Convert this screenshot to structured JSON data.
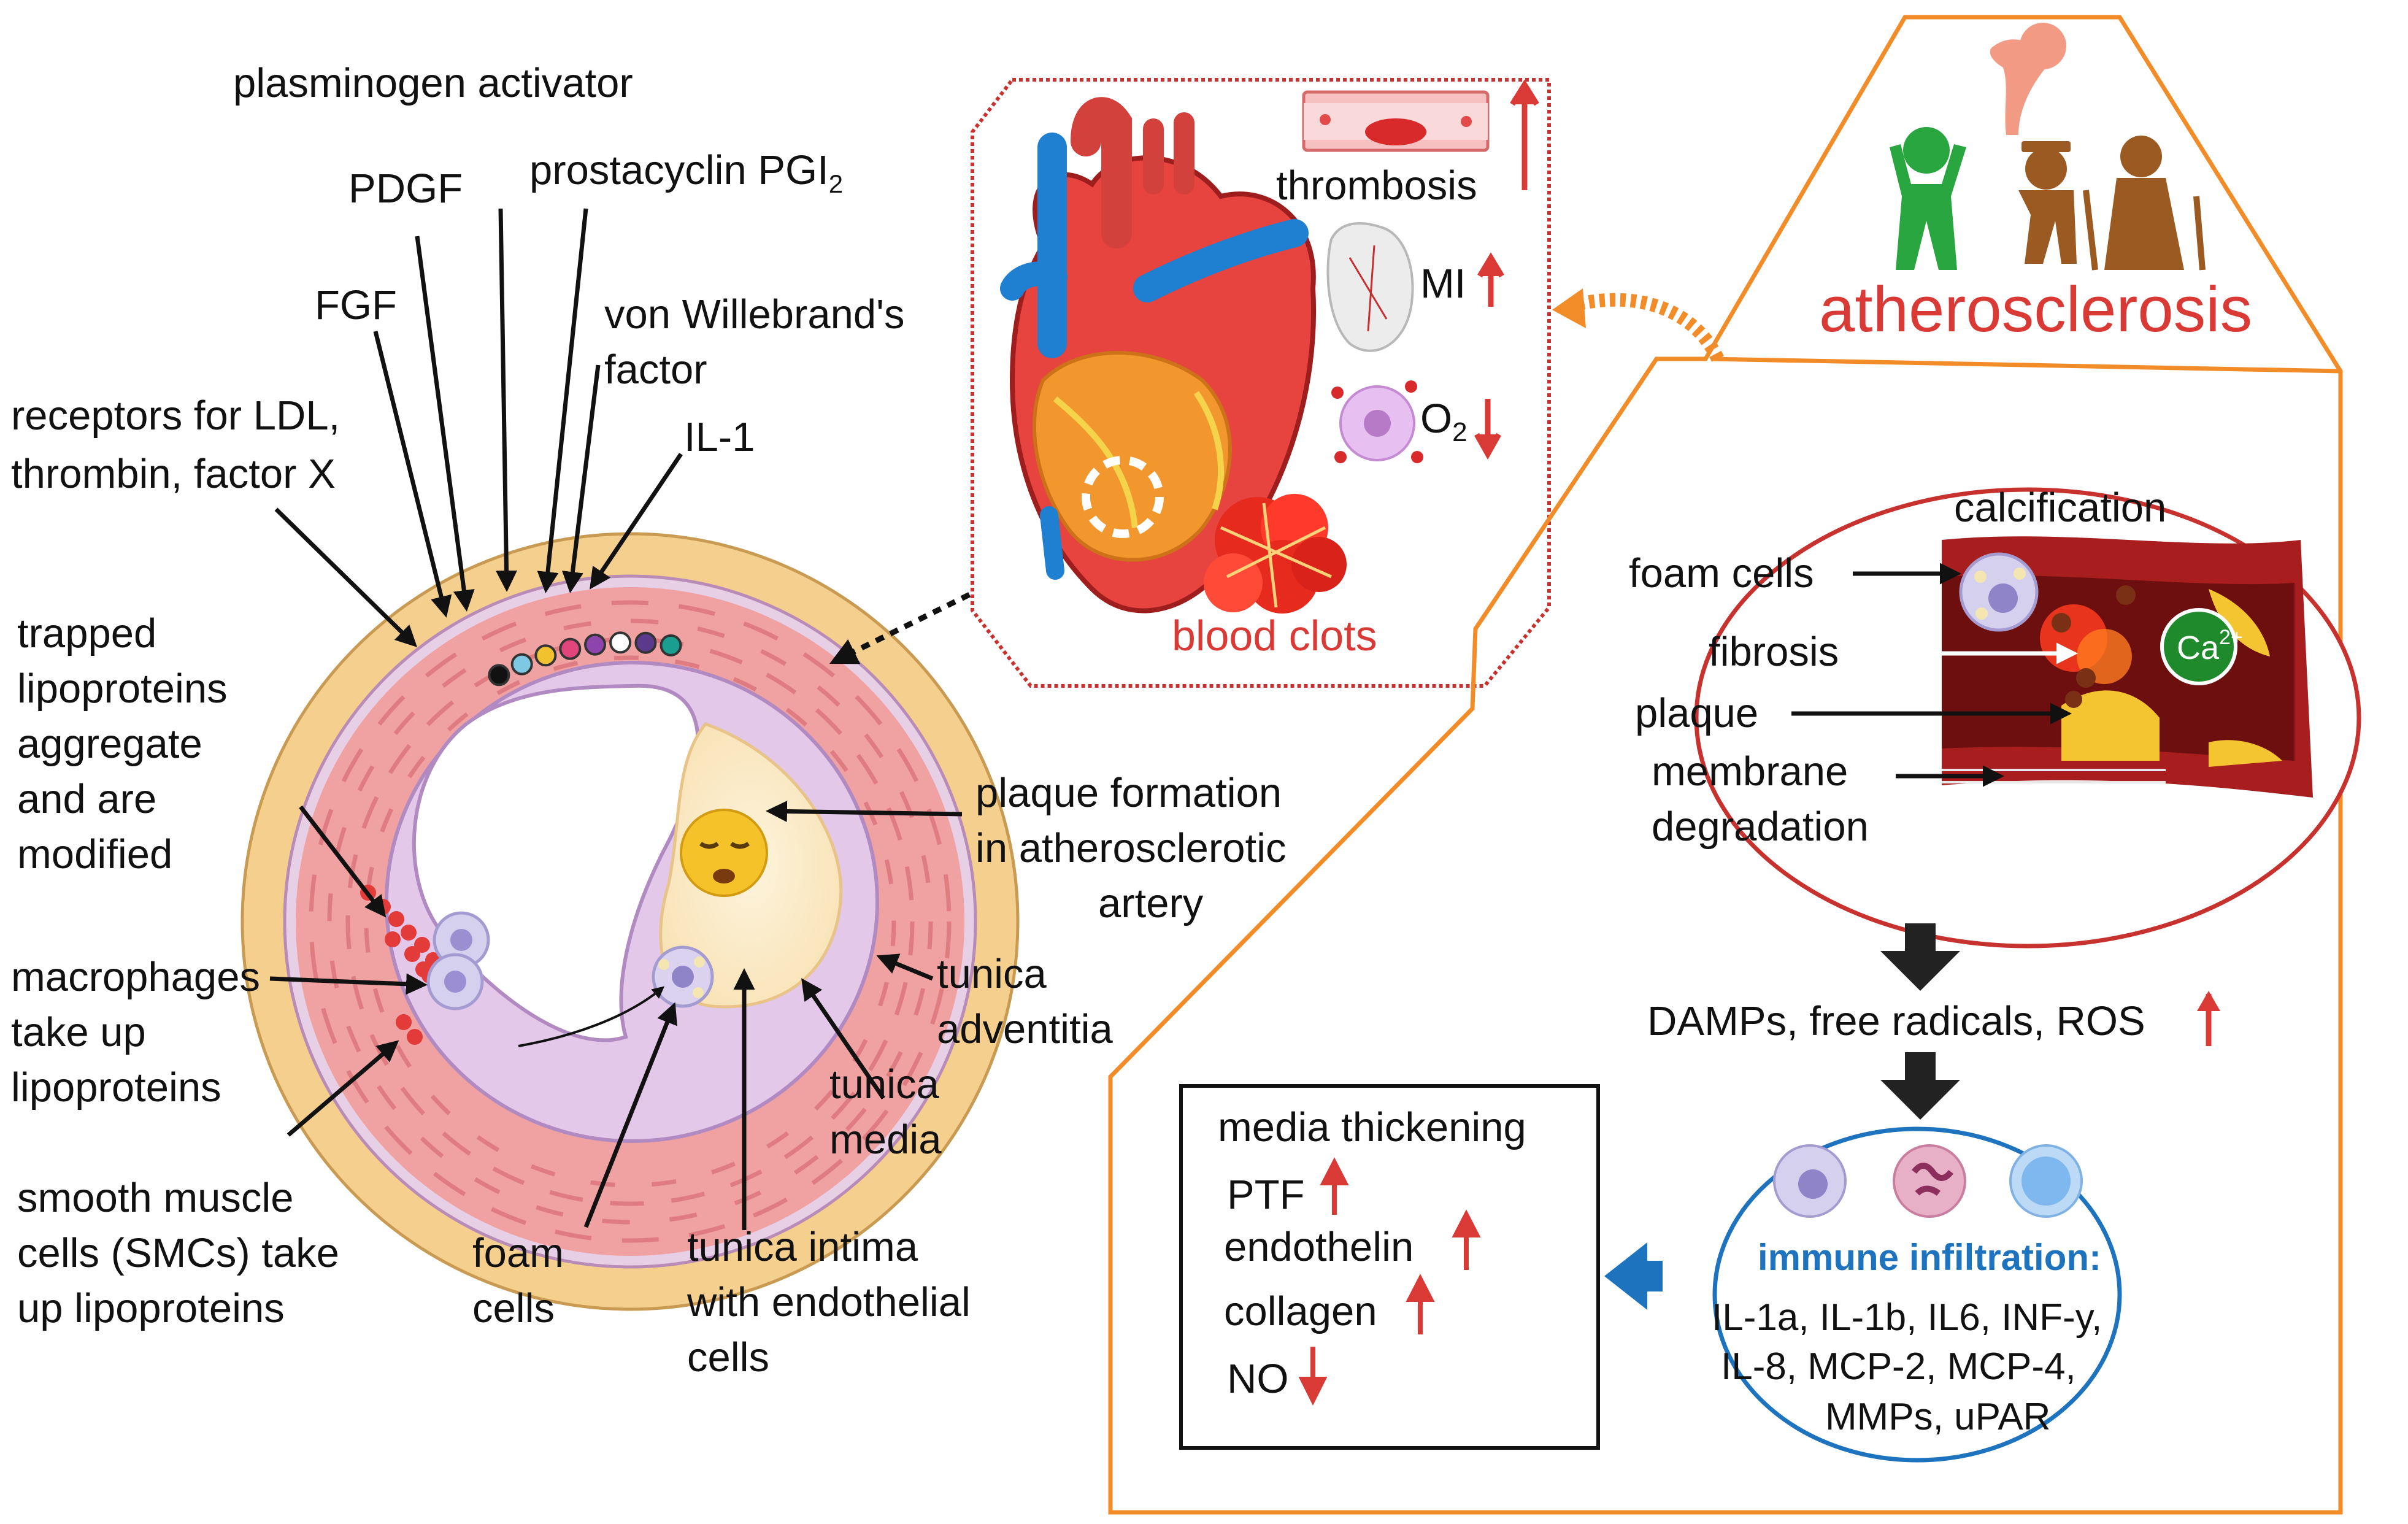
{
  "artery": {
    "labels": {
      "plasminogen": "plasminogen activator",
      "pdgf": "PDGF",
      "prostacyclin_main": "prostacyclin PGI",
      "prostacyclin_sub": "2",
      "fgf": "FGF",
      "vwf_line1": "von Willebrand's",
      "vwf_line2": "factor",
      "il1": "IL-1",
      "receptors_line1": "receptors for LDL,",
      "receptors_line2": "thrombin, factor X",
      "trapped_line1": "trapped",
      "trapped_line2": "lipoproteins",
      "trapped_line3": "aggregate",
      "trapped_line4": "and are",
      "trapped_line5": "modified",
      "macro_line1": "macrophages",
      "macro_line2": "take up",
      "macro_line3": "lipoproteins",
      "smc_line1": "smooth muscle",
      "smc_line2": "cells (SMCs) take",
      "smc_line3": "up lipoproteins",
      "foam_line1": "foam",
      "foam_line2": "cells",
      "intima_line1": "tunica intima",
      "intima_line2": "with endothelial",
      "intima_line3": "cells",
      "media_line1": "tunica",
      "media_line2": "media",
      "adventitia_line1": "tunica",
      "adventitia_line2": "adventitia",
      "plaque_line1": "plaque formation",
      "plaque_line2": "in atherosclerotic",
      "plaque_line3": "artery"
    },
    "factor_dot_colors": [
      "#111111",
      "#7ec8e3",
      "#f2c12e",
      "#e0457b",
      "#8e44ad",
      "#ffffff",
      "#5b3a8c",
      "#1a9e8f"
    ]
  },
  "heart": {
    "thrombosis": "thrombosis",
    "mi": "MI",
    "o2_main": "O",
    "o2_sub": "2",
    "blood_clots": "blood clots"
  },
  "athero": {
    "title": "atherosclerosis",
    "calcification": "calcification",
    "foam_cells": "foam cells",
    "fibrosis": "fibrosis",
    "plaque": "plaque",
    "membrane_line1": "membrane",
    "membrane_line2": "degradation",
    "calcium": "Ca",
    "calcium_sup": "2+",
    "damps": "DAMPs, free radicals, ROS",
    "immune_title": "immune infiltration:",
    "immune_line1": "IL-1a, IL-1b, IL6, INF-y,",
    "immune_line2": "IL-8, MCP-2,  MCP-4,",
    "immune_line3": "MMPs, uPAR"
  },
  "effects_box": {
    "media": "media thickening",
    "ptf": "PTF",
    "endothelin": "endothelin",
    "collagen": "collagen",
    "no": "NO"
  },
  "colors": {
    "accent_red": "#d93a36",
    "orange": "#f28c28",
    "blue": "#1e73be",
    "green_figure": "#2aa640",
    "brown_figure": "#9a5a22",
    "salmon_figure": "#f39a85"
  }
}
